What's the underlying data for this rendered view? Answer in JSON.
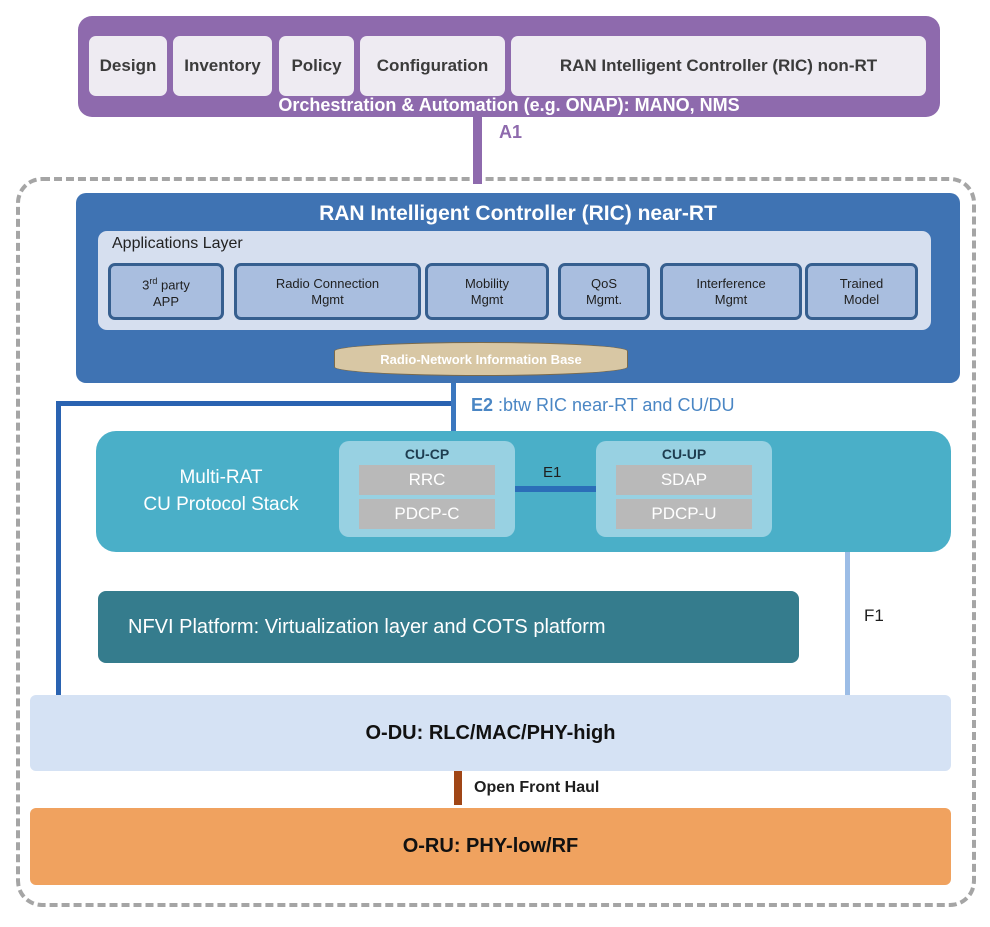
{
  "orchestration": {
    "boxes": [
      "Design",
      "Inventory",
      "Policy",
      "Configuration",
      "RAN Intelligent Controller (RIC) non-RT"
    ],
    "title": "Orchestration & Automation (e.g. ONAP): MANO, NMS"
  },
  "a1": {
    "label": "A1"
  },
  "ric_near_rt": {
    "title": "RAN Intelligent Controller (RIC) near-RT",
    "applications_layer": {
      "label": "Applications Layer",
      "apps": [
        {
          "line1": "3",
          "sup": "rd",
          "line1_rest": " party",
          "line2": "APP"
        },
        {
          "text": "Radio Connection\nMgmt"
        },
        {
          "text": "Mobility\nMgmt"
        },
        {
          "text": "QoS\nMgmt."
        },
        {
          "text": "Interference\nMgmt"
        },
        {
          "text": "Trained\nModel"
        }
      ]
    },
    "rnib": "Radio-Network Information Base"
  },
  "e2": {
    "tag": "E2",
    "rest": " :btw RIC near-RT and CU/DU"
  },
  "cu_stack": {
    "label": "Multi-RAT\nCU Protocol Stack",
    "cu_cp": {
      "title": "CU-CP",
      "items": [
        "RRC",
        "PDCP-C"
      ]
    },
    "cu_up": {
      "title": "CU-UP",
      "items": [
        "SDAP",
        "PDCP-U"
      ]
    },
    "e1": "E1"
  },
  "f1": "F1",
  "nfvi": "NFVI Platform: Virtualization layer and COTS platform",
  "odu": "O-DU: RLC/MAC/PHY-high",
  "front_haul": "Open Front Haul",
  "oru": "O-RU: PHY-low/RF"
}
